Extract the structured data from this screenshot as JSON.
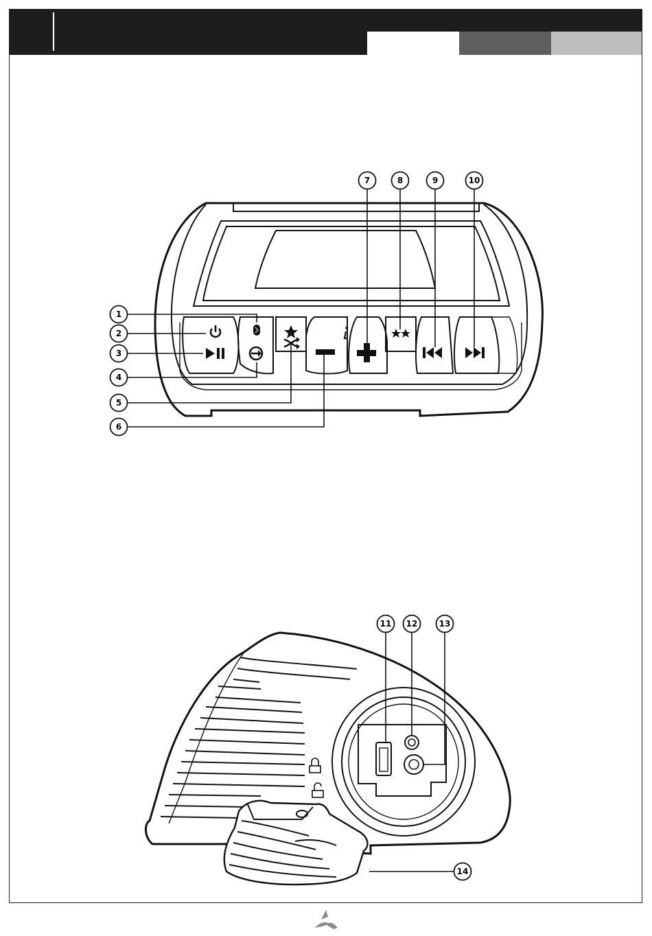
{
  "header": {
    "tabs": [
      {
        "name": "tab-1",
        "color": "#ffffff"
      },
      {
        "name": "tab-2",
        "color": "#5e5e5e"
      },
      {
        "name": "tab-3",
        "color": "#bdbdbd"
      }
    ],
    "bar_color": "#1d1d1d"
  },
  "top_diagram": {
    "callouts": [
      "1",
      "2",
      "3",
      "4",
      "5",
      "6",
      "7",
      "8",
      "9",
      "10"
    ],
    "icons": [
      "bluetooth-icon",
      "power-icon",
      "play-pause-icon",
      "source-icon",
      "shuffle-icon",
      "favorite-star-icon",
      "volume-minus-icon",
      "info-icon",
      "volume-plus-icon",
      "double-star-icon",
      "previous-track-icon",
      "next-track-icon"
    ]
  },
  "bottom_diagram": {
    "callouts": [
      "11",
      "12",
      "13",
      "14"
    ],
    "icons": [
      "usb-port-icon",
      "aux-jack-icon",
      "dc-jack-icon",
      "lock-icon",
      "unlock-icon"
    ]
  },
  "footer": {
    "logo": "brand-logo-icon"
  }
}
